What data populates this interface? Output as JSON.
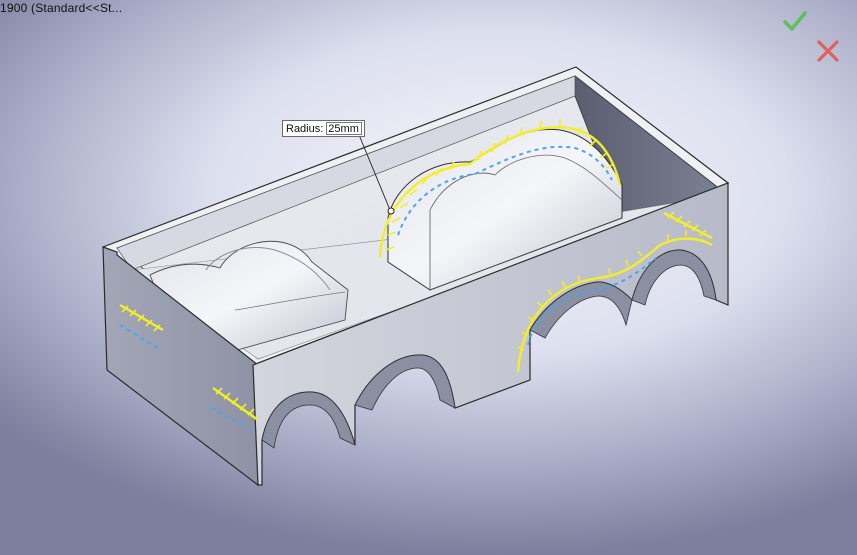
{
  "document": {
    "title": "1900  (Standard<<St..."
  },
  "confirm_corner": {
    "ok": {
      "icon": "checkmark-icon",
      "color": "#5cc25c"
    },
    "cancel": {
      "icon": "close-icon",
      "color": "#e06060"
    }
  },
  "radius_callout": {
    "label": "Radius:",
    "value": "25mm"
  },
  "colors": {
    "selection_highlight": "#f2ee2a",
    "preview_dashes": "#4aa6ee",
    "part_face": "#c6c9d4"
  }
}
